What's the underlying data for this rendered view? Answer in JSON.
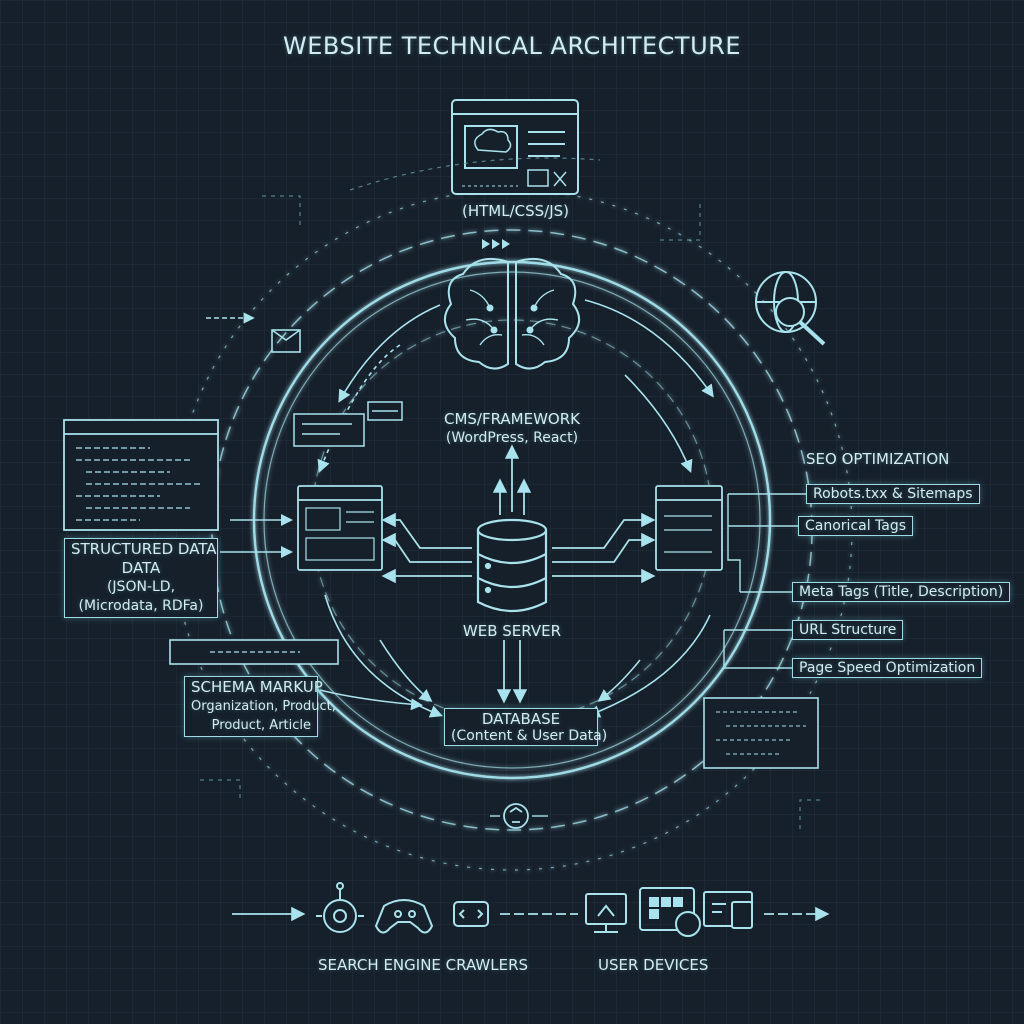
{
  "title": "WEBSITE TECHNICAL ARCHITECTURE",
  "frontend": {
    "label": "(HTML/CSS/JS)"
  },
  "cms": {
    "title": "CMS/FRAMEWORK",
    "subtitle": "(WordPress, React)"
  },
  "web_server": {
    "label": "WEB SERVER"
  },
  "database": {
    "title": "DATABASE",
    "subtitle": "(Content & User Data)"
  },
  "structured_data": {
    "line1": "STRUCTURED DATA",
    "line2": "DATA",
    "line3": "(JSON-LD,",
    "line4": "(Microdata, RDFa)"
  },
  "schema_markup": {
    "title": "SCHEMA MARKUP",
    "line1": "Organization, Product,",
    "line2": "Product, Article"
  },
  "seo": {
    "heading": "SEO OPTIMIZATION",
    "items": [
      "Robots.txx & Sitemaps",
      "Canorical Tags",
      "Meta Tags (Title, Description)",
      "URL Structure",
      "Page Speed Optimization"
    ]
  },
  "bottom": {
    "crawlers": "SEARCH ENGINE CRAWLERS",
    "devices": "USER DEVICES"
  },
  "icons": [
    "browser-window-icon",
    "brain-icon",
    "database-cylinder-icon",
    "globe-magnifier-icon",
    "envelope-icon",
    "robot-crawler-icon",
    "gamepad-bot-icon",
    "cursor-box-icon",
    "desktop-icon",
    "tablet-icon",
    "mobile-icon",
    "recycle-icon"
  ],
  "colors": {
    "background": "#16202b",
    "line": "#9fdbe6",
    "text": "#d2ecf1"
  }
}
